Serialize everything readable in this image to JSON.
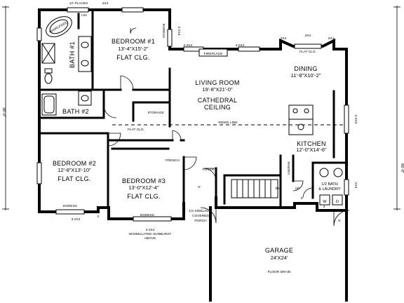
{
  "bedroom1": {
    "name": "BEDROOM #1",
    "size": "13'-4\"X15'-2\"",
    "ceiling": "FLAT CLG."
  },
  "bedroom2": {
    "name": "BEDROOM #2",
    "size": "12'-8\"X13'-10\"",
    "ceiling": "FLAT CLG."
  },
  "bedroom3": {
    "name": "BEDROOM #3",
    "size": "13'-0\"X12'-4\"",
    "ceiling": "FLAT CLG."
  },
  "living": {
    "name": "LIVING ROOM",
    "size": "19'-8\"X21'-0\"",
    "ceiling1": "CATHEDRAL",
    "ceiling2": "CEILING"
  },
  "dining": {
    "name": "DINING",
    "size": "11'-8\"X10'-2\""
  },
  "kitchen": {
    "name": "KITCHEN",
    "size": "12'-0\"X14'-6\""
  },
  "bath1": {
    "name": "BATH #1"
  },
  "bath2": {
    "name": "BATH #2"
  },
  "half_bath": {
    "name": "1/2 BATH",
    "sub": "& LAUNDRY"
  },
  "garage": {
    "name": "GARAGE",
    "size": "24'X24'",
    "note": "FLOOR DRAIN"
  },
  "labels": {
    "whirlpool": "WHIRLPOOL",
    "lin": "LIN",
    "top_headers": "12' PLACES",
    "top_2x4": "2X4",
    "egress": "EGRESS",
    "egress_b2": "EGRESS",
    "egress_b3": "EGRESS",
    "egress_b1_2x4": "2-2X4",
    "fireplace_2x4_left": "2-2X4",
    "fireplace_2x4_right": "2-2X4",
    "fireplace": "FIREPLACE",
    "bay_2x4_left": "2X4",
    "bay_3x4": "3X4",
    "bay_2x4_right": "2X4",
    "bay_flat": "FLAT CLG.",
    "storage": "STORAGE",
    "hall_flat": "FLAT CLG.",
    "ridge_line": "RIDGE LINE",
    "french": "FRENCH",
    "foyer": "FOYER",
    "pantry": "PANTRY",
    "dn": "DN",
    "up": "UP",
    "w": "W",
    "d": "D",
    "sidelight1": "1/2 SIDELIGHT",
    "sidelight2": "COVERED",
    "sidelight3": "PORCH",
    "sunburst1": "3-2X4",
    "sunburst2": "W/SIMULATED SUNBURST",
    "sunburst3": "ABOVE",
    "b2_window_left": "3-2X4",
    "b2_window_right": "2",
    "kitchen_side_window": "2-2X3",
    "half_bath_window": "2X3",
    "step_3a": "3",
    "step_3b": "3",
    "step_5a": "5'",
    "step_5b": "5'",
    "dim_left": "38'-0\"",
    "dim_right": "60'-0\""
  }
}
